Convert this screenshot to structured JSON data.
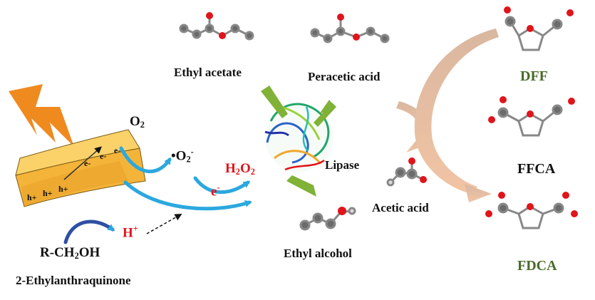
{
  "labels": {
    "ethyl_acetate": "Ethyl acetate",
    "peracetic_acid": "Peracetic acid",
    "dff": "DFF",
    "ffca": "FFCA",
    "fdca": "FDCA",
    "acetic_acid": "Acetic acid",
    "lipase": "Lipase",
    "ethyl_alcohol": "Ethyl alcohol",
    "catalyst": "2-Ethylanthraquinone",
    "substrate": "R-CH",
    "substrate_2": "2",
    "substrate_3": "OH",
    "o2": "O",
    "o2_sub": "2",
    "superoxide": "•O",
    "superoxide_sub": "2",
    "superoxide_sup": "-",
    "h2o2_a": "H",
    "h2o2_b": "2",
    "h2o2_c": "O",
    "h2o2_d": "2",
    "electron": "e",
    "electron_sup": "-",
    "proton": "H",
    "proton_sup": "+",
    "sheet_electrons": [
      "e-",
      "e-",
      "e-"
    ],
    "sheet_holes": [
      "h+",
      "h+",
      "h+"
    ]
  },
  "colors": {
    "highlight_green": "#4a6b2a",
    "reactive_red": "#e0141b",
    "arrow_blue": "#2ba8df",
    "arrow_green": "#7fb236",
    "arrow_peach": "#e6b898",
    "catalyst_yellow": "#fbd26a",
    "lightning_orange": "#ef8a1f"
  }
}
